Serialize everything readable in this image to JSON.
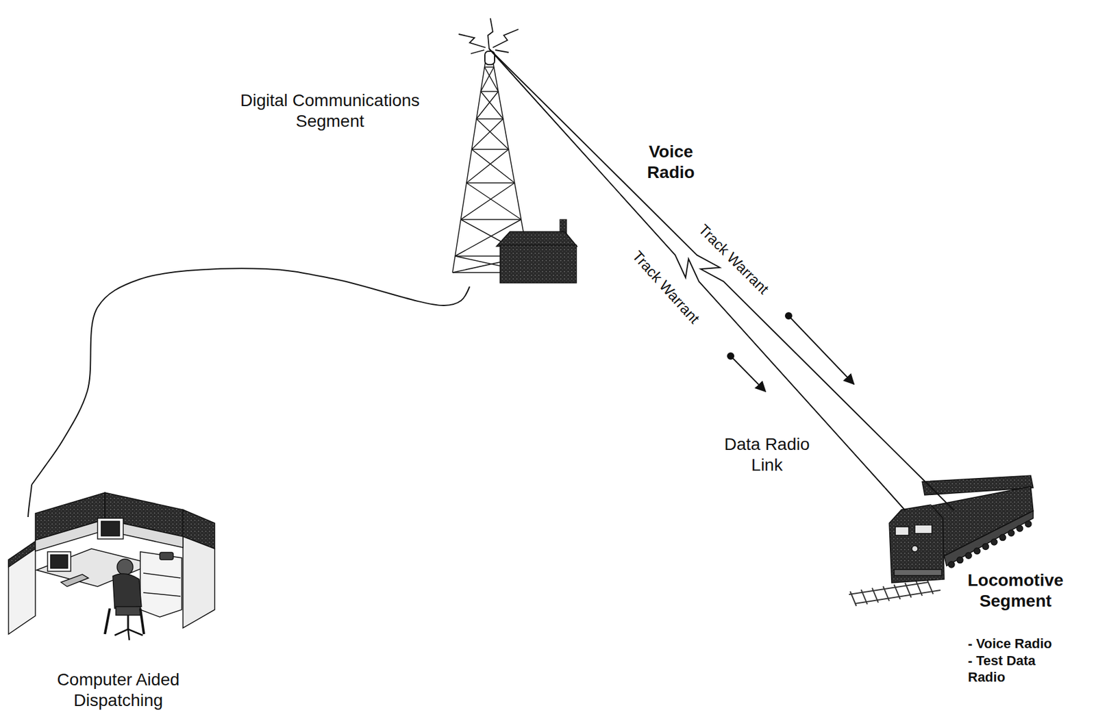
{
  "diagram": {
    "nodes": [
      {
        "text": [
          "Digital Communications Segment"
        ]
      },
      {
        "text": [
          "Locomotive Segment",
          "- Voice Radio",
          "- Test Data Radio"
        ]
      },
      {
        "text": [
          "Computer Aided Dispatching"
        ]
      }
    ],
    "edges": [
      {
        "from": 0,
        "to": 2,
        "arrow": "none"
      },
      {
        "from": 0,
        "to": 1,
        "arrow": "none",
        "label": "Track Warrant"
      },
      {
        "from": 0,
        "to": 1,
        "arrow": "none",
        "label": "Track Warrant"
      }
    ],
    "labels": [
      "Voice Radio",
      "Data Radio Link"
    ]
  }
}
